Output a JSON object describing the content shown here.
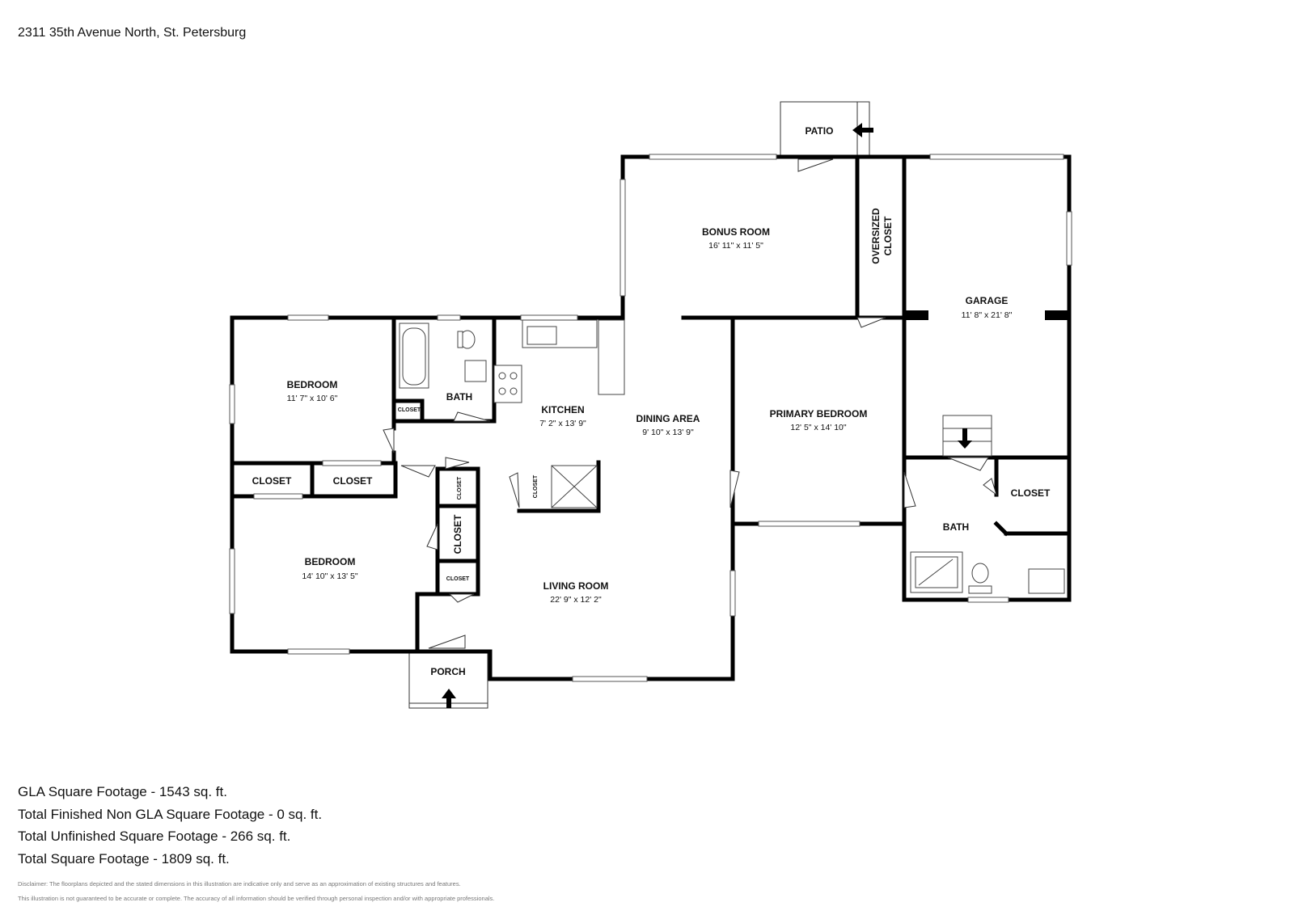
{
  "address": "2311 35th Avenue North, St. Petersburg",
  "rooms": {
    "patio": "PATIO",
    "bonus_room": {
      "name": "BONUS ROOM",
      "dim": "16' 11\" x 11' 5\""
    },
    "oversized_closet": "OVERSIZED CLOSET",
    "garage": {
      "name": "GARAGE",
      "dim": "11' 8\" x 21' 8\""
    },
    "bedroom_1": {
      "name": "BEDROOM",
      "dim": "11' 7\" x 10' 6\""
    },
    "bath_1": "BATH",
    "kitchen": {
      "name": "KITCHEN",
      "dim": "7' 2\" x 13' 9\""
    },
    "dining": {
      "name": "DINING AREA",
      "dim": "9' 10\" x 13' 9\""
    },
    "primary_bedroom": {
      "name": "PRIMARY BEDROOM",
      "dim": "12' 5\" x 14' 10\""
    },
    "closet": "CLOSET",
    "bath_2": "BATH",
    "bedroom_2": {
      "name": "BEDROOM",
      "dim": "14' 10\" x 13' 5\""
    },
    "living_room": {
      "name": "LIVING ROOM",
      "dim": "22' 9\" x 12' 2\""
    },
    "porch": "PORCH"
  },
  "stats": {
    "gla": "GLA Square Footage - 1543 sq. ft.",
    "finished_non_gla": "Total Finished Non GLA Square Footage - 0 sq. ft.",
    "unfinished": "Total Unfinished Square Footage - 266 sq. ft.",
    "total": "Total Square Footage - 1809 sq. ft."
  },
  "disclaimer": {
    "line1": "Disclaimer: The floorplans depicted and the stated dimensions in this illustration are indicative only and serve as an approximation of existing structures and features.",
    "line2": "This illustration is not guaranteed to be accurate or complete. The accuracy of all information should be verified through personal inspection and/or with appropriate professionals."
  }
}
